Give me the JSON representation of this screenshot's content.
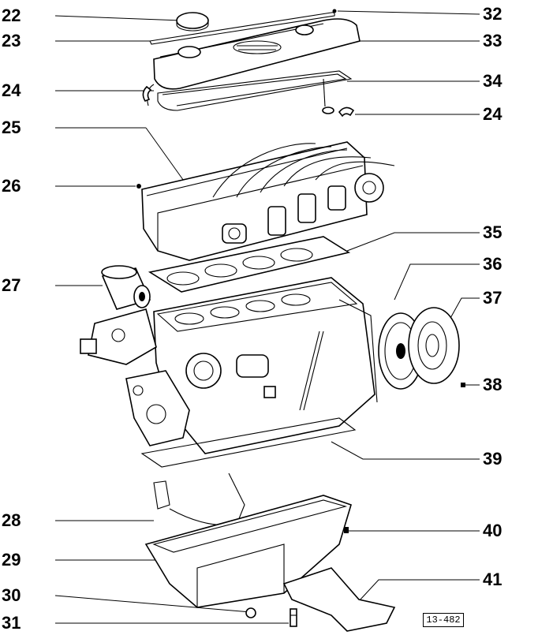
{
  "callouts": {
    "c22": "22",
    "c23": "23",
    "c24a": "24",
    "c25": "25",
    "c26": "26",
    "c27": "27",
    "c28": "28",
    "c29": "29",
    "c30": "30",
    "c31": "31",
    "c32": "32",
    "c33": "33",
    "c34": "34",
    "c24b": "24",
    "c35": "35",
    "c36": "36",
    "c37": "37",
    "c38": "38",
    "c39": "39",
    "c40": "40",
    "c41": "41"
  },
  "reference_code": "13-482"
}
